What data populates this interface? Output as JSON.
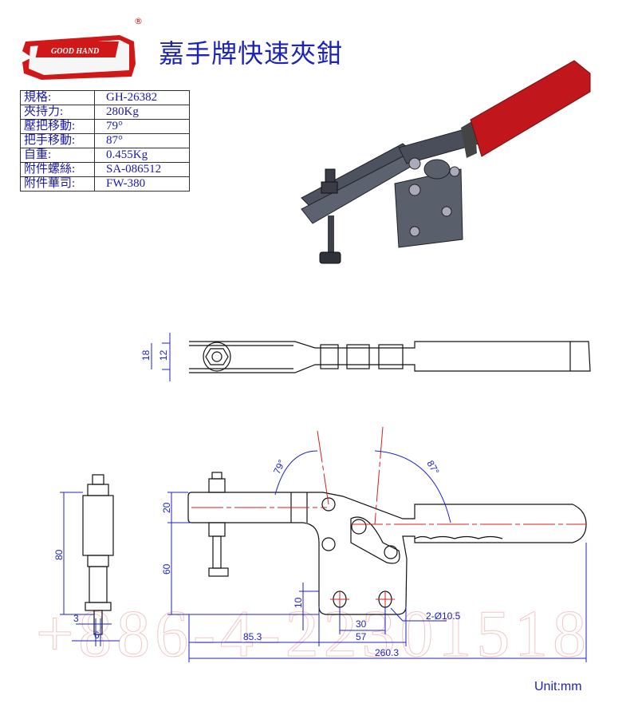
{
  "logo": {
    "text": "GOOD HAND",
    "registered": "®"
  },
  "title": "嘉手牌快速夾鉗",
  "specs": [
    {
      "label": "規格:",
      "value": "GH-26382"
    },
    {
      "label": "夾持力:",
      "value": "280Kg"
    },
    {
      "label": "壓把移動:",
      "value": "79°"
    },
    {
      "label": "把手移動:",
      "value": "87°"
    },
    {
      "label": "自重:",
      "value": "0.455Kg"
    },
    {
      "label": "附件螺絲:",
      "value": "SA-086512"
    },
    {
      "label": "附件華司:",
      "value": "FW-380"
    }
  ],
  "watermark_phone": "+886-4-22301518",
  "dimensions": {
    "top_outer": "18",
    "top_inner": "12",
    "angle_arm": "79°",
    "angle_handle": "87°",
    "arm_height": "20",
    "body_height": "60",
    "side_height": "80",
    "hole_offset": "10",
    "hole_spacing": "30",
    "plate_width": "57",
    "arm_length": "85.3",
    "overall_length": "260.3",
    "holes": "2-Ø10.5",
    "side_a": "3",
    "side_b": "6"
  },
  "unit_label": "Unit:mm",
  "colors": {
    "accent_blue": "#1c24b8",
    "handle_red": "#c0161c",
    "center_line": "#d42020"
  }
}
